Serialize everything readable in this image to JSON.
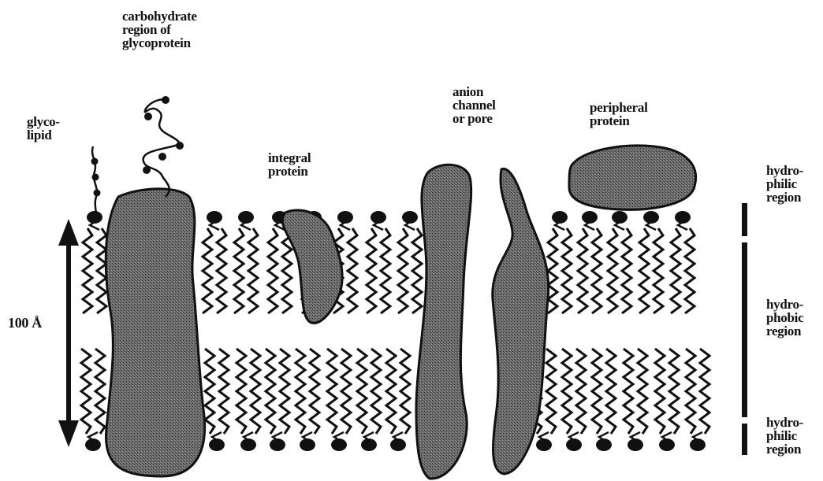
{
  "labels": {
    "carbohydrate": [
      "carbohydrate",
      "region of",
      "glycoprotein"
    ],
    "glycolipid": [
      "glyco-",
      "lipid"
    ],
    "integral": [
      "integral",
      "protein"
    ],
    "anion": [
      "anion",
      "channel",
      "or pore"
    ],
    "peripheral": [
      "peripheral",
      "protein"
    ],
    "hydrophilic_top": [
      "hydro-",
      "philic",
      "region"
    ],
    "hydrophobic": [
      "hydro-",
      "phobic",
      "region"
    ],
    "hydrophilic_bottom": [
      "hydro-",
      "philic",
      "region"
    ],
    "scale": "100 Å"
  },
  "colors": {
    "ink": "#111111",
    "protein_fill": "#5a5a5a",
    "protein_stroke": "#111111",
    "background": "#ffffff"
  }
}
